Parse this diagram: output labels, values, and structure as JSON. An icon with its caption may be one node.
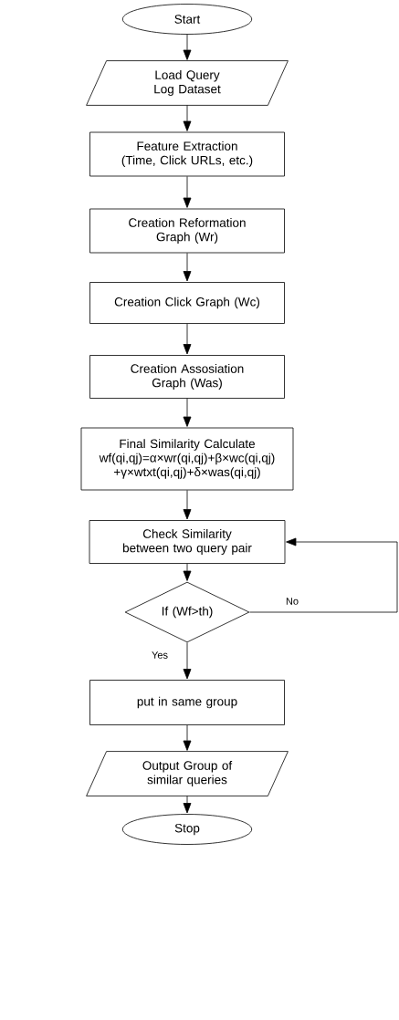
{
  "diagram": {
    "nodes": [
      {
        "text": [
          "Start"
        ]
      },
      {
        "text": [
          "Load Query Log Dataset"
        ]
      },
      {
        "text": [
          "Feature Extraction (Time, Click URLs, etc.)"
        ]
      },
      {
        "text": [
          "Creation Reformation Graph (Wr)"
        ]
      },
      {
        "text": [
          "Creation Click Graph (Wc)"
        ]
      },
      {
        "text": [
          "Creation Assosiation Graph (Was)"
        ]
      },
      {
        "text": [
          "Final Similarity Calculate",
          "wf(qi,qj)=α×wr(qi,qj)+β×wc(qi,qj) +γ×wtxt(qi,qj)+δ×was(qi,qj)"
        ]
      },
      {
        "text": [
          "Check Similarity between two query pair"
        ]
      },
      {
        "text": [
          "If (Wf>th)"
        ]
      },
      {
        "text": [
          "put in same group"
        ]
      },
      {
        "text": [
          "Output Group of similar queries"
        ]
      },
      {
        "text": [
          "Stop"
        ]
      }
    ],
    "edges": [
      {
        "from": 0,
        "to": 1,
        "arrow": "to"
      },
      {
        "from": 1,
        "to": 2,
        "arrow": "to"
      },
      {
        "from": 2,
        "to": 3,
        "arrow": "to"
      },
      {
        "from": 3,
        "to": 4,
        "arrow": "to"
      },
      {
        "from": 4,
        "to": 5,
        "arrow": "to"
      },
      {
        "from": 5,
        "to": 6,
        "arrow": "to"
      },
      {
        "from": 6,
        "to": 7,
        "arrow": "to"
      },
      {
        "from": 7,
        "to": 8,
        "arrow": "to"
      },
      {
        "from": 8,
        "to": 9,
        "label": "Yes",
        "arrow": "to"
      },
      {
        "from": 9,
        "to": 10,
        "arrow": "to"
      },
      {
        "from": 10,
        "to": 11,
        "arrow": "to"
      },
      {
        "from": 8,
        "to": 7,
        "label": "No",
        "arrow": "to"
      }
    ]
  }
}
